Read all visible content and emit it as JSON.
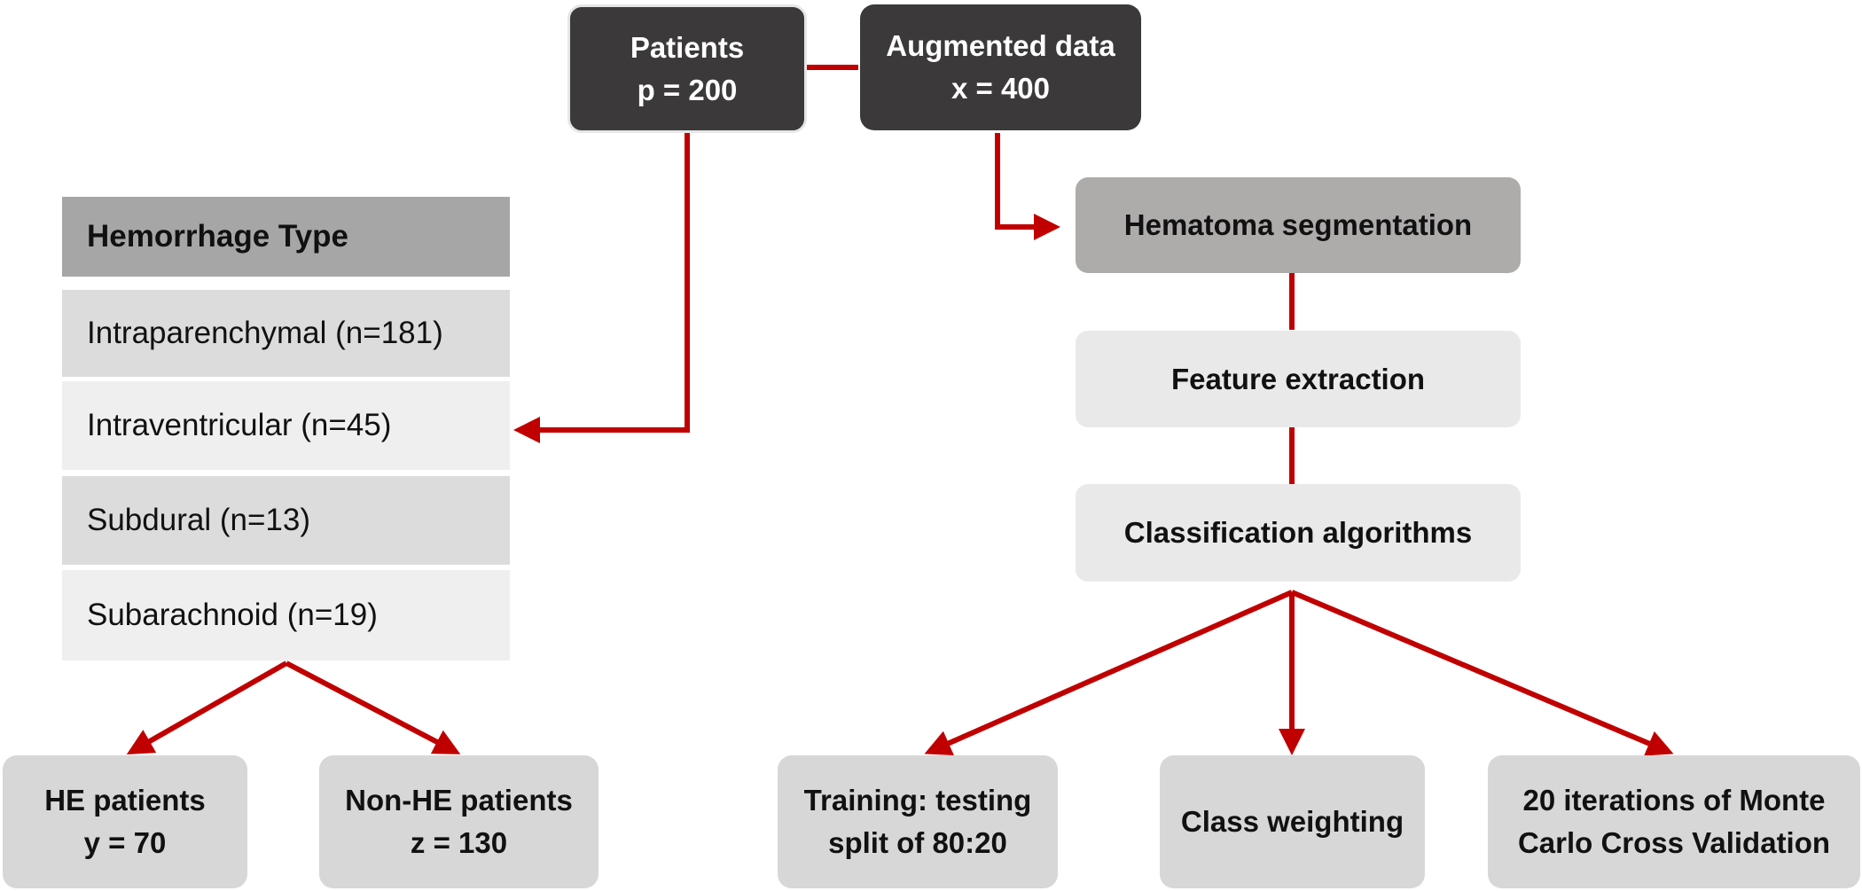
{
  "top": {
    "patients": {
      "line1": "Patients",
      "line2": "p = 200"
    },
    "augmented": {
      "line1": "Augmented data",
      "line2": "x = 400"
    }
  },
  "hemorrhage_table": {
    "header": "Hemorrhage Type",
    "rows": [
      "Intraparenchymal (n=181)",
      "Intraventricular (n=45)",
      "Subdural (n=13)",
      "Subarachnoid (n=19)"
    ]
  },
  "pipeline": {
    "segmentation": "Hematoma segmentation",
    "feature": "Feature extraction",
    "classification": "Classification algorithms"
  },
  "outcomes": {
    "he": {
      "line1": "HE patients",
      "line2": "y = 70"
    },
    "non_he": {
      "line1": "Non-HE patients",
      "line2": "z = 130"
    }
  },
  "methods": {
    "split": {
      "line1": "Training: testing",
      "line2": "split of 80:20"
    },
    "weighting": "Class weighting",
    "monte_carlo": {
      "line1": "20 iterations of Monte",
      "line2": "Carlo Cross Validation"
    }
  },
  "colors": {
    "arrow": "#c00000",
    "dark_box": "#3b393a",
    "grey_box": "#d8d7d7"
  }
}
